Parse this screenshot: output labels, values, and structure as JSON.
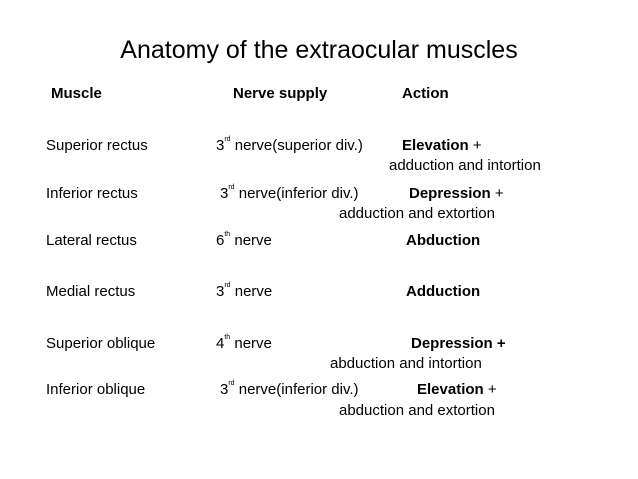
{
  "title": "Anatomy of the extraocular muscles",
  "headers": {
    "muscle": "Muscle",
    "nerve": "Nerve supply",
    "action": "Action"
  },
  "rows": [
    {
      "muscle": "Superior rectus",
      "nerve_num": "3",
      "nerve_sup": "rd",
      "nerve_rest": " nerve(superior div.)",
      "action_bold": "Elevation",
      "action_rest": " +",
      "action_line2": "adduction and intortion"
    },
    {
      "muscle": "Inferior rectus",
      "nerve_num": "3",
      "nerve_sup": "rd",
      "nerve_rest": " nerve(inferior div.)",
      "action_bold": "Depression",
      "action_rest": " +",
      "action_line2": "adduction and extortion"
    },
    {
      "muscle": "Lateral rectus",
      "nerve_num": "6",
      "nerve_sup": "th",
      "nerve_rest": " nerve",
      "action_bold": "Abduction",
      "action_rest": "",
      "action_line2": ""
    },
    {
      "muscle": "Medial rectus",
      "nerve_num": "3",
      "nerve_sup": "rd",
      "nerve_rest": " nerve",
      "action_bold": "Adduction",
      "action_rest": "",
      "action_line2": ""
    },
    {
      "muscle": "Superior oblique",
      "nerve_num": "4",
      "nerve_sup": "th",
      "nerve_rest": " nerve",
      "action_bold": "Depression +",
      "action_rest": "",
      "action_line2": "abduction and intortion"
    },
    {
      "muscle": "Inferior oblique",
      "nerve_num": "3",
      "nerve_sup": "rd",
      "nerve_rest": " nerve(inferior div.)",
      "action_bold": "Elevation",
      "action_rest": " +",
      "action_line2": "abduction and extortion"
    }
  ]
}
